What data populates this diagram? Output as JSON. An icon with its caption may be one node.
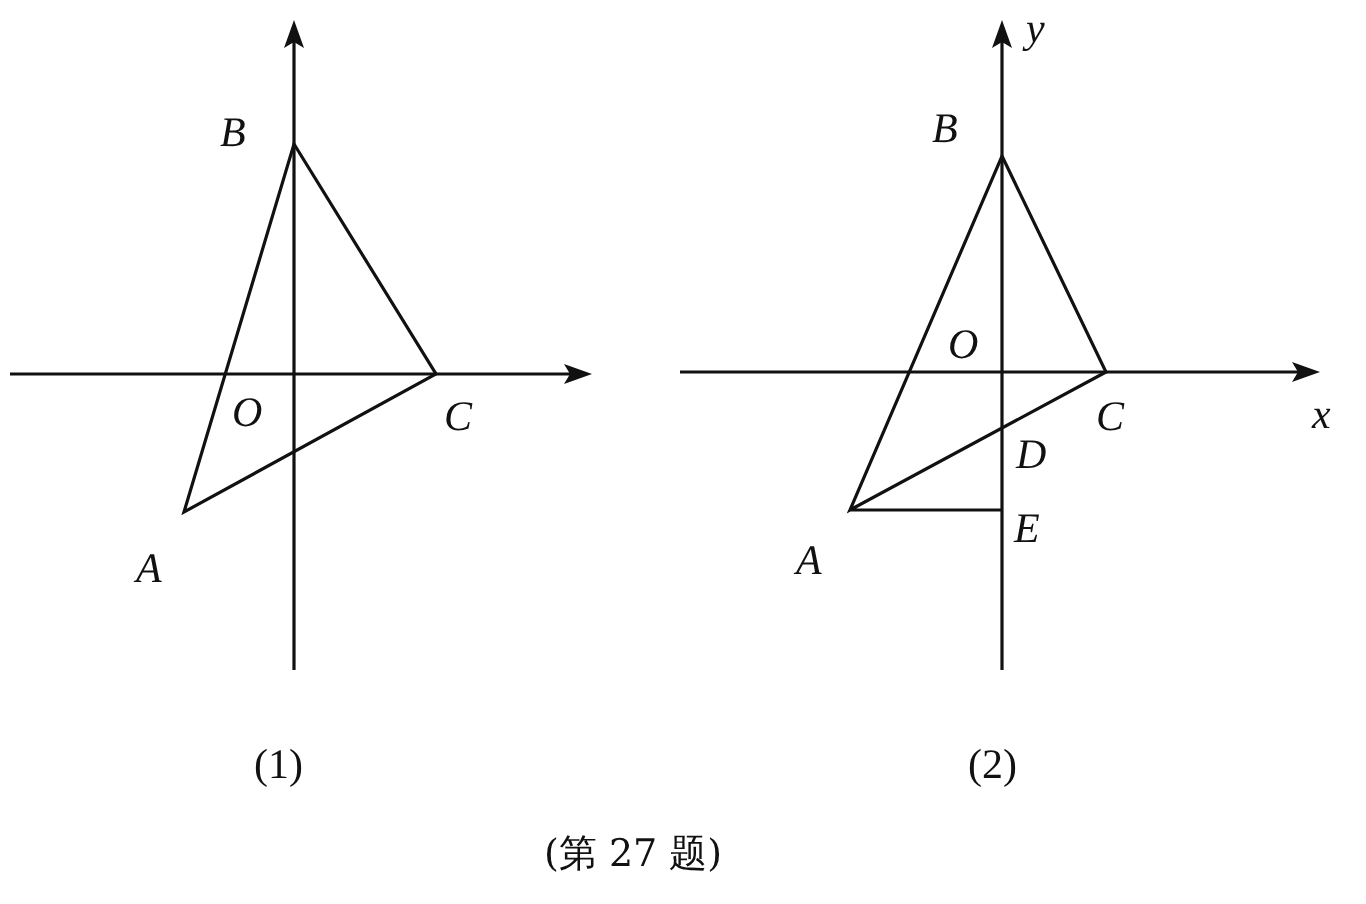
{
  "diagram": {
    "caption": "(第 27 题)",
    "labels": [
      "y",
      "B",
      "B",
      "O",
      "O",
      "C",
      "C",
      "x",
      "D",
      "A",
      "E",
      "A",
      "(1)",
      "(2)"
    ]
  }
}
